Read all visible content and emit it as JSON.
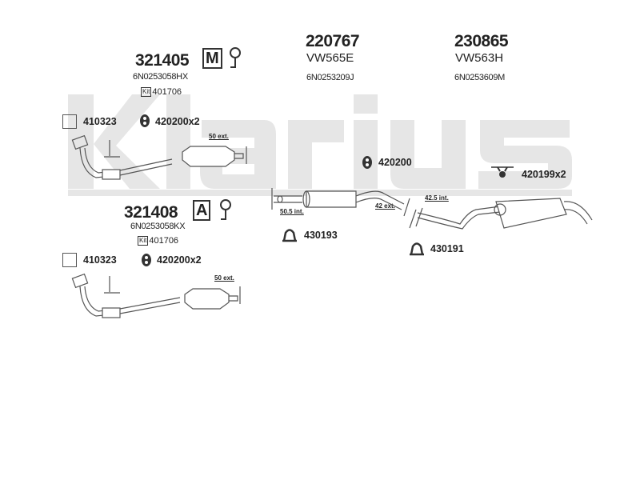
{
  "watermark": "Klarius",
  "front_upper": {
    "part_number": "321405",
    "badge": "M",
    "oem": "6N0253058HX",
    "kit_label": "Kit",
    "kit_number": "401706",
    "gasket": "410323",
    "mount": "420200x2",
    "dimension": "50 ext."
  },
  "front_lower": {
    "part_number": "321408",
    "badge": "A",
    "oem": "6N0253058KX",
    "kit_label": "Kit",
    "kit_number": "401706",
    "gasket": "410323",
    "mount": "420200x2",
    "dimension": "50 ext."
  },
  "middle": {
    "part_number": "220767",
    "ref": "VW565E",
    "oem": "6N0253209J",
    "mount": "420200",
    "clamp": "430193",
    "dim_inlet": "50.5 int.",
    "dim_outlet": "42 ext."
  },
  "rear": {
    "part_number": "230865",
    "ref": "VW563H",
    "oem": "6N0253609M",
    "mount": "420199x2",
    "clamp": "430191",
    "dim_inlet": "42.5 int."
  }
}
